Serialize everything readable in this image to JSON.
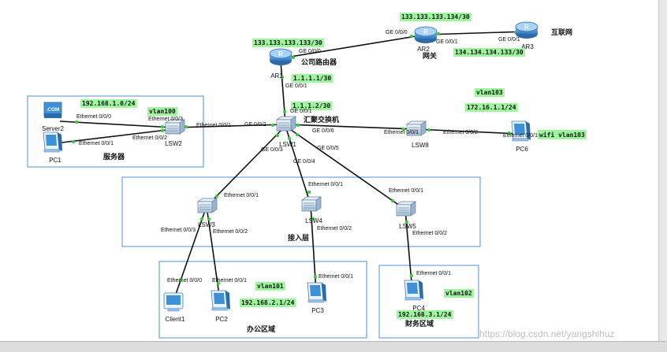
{
  "colors": {
    "area_border": "#4d90dd",
    "link": "#111111",
    "label_bg": "#9ef59e",
    "port_dot": "#33cc33",
    "device": "#3c7fc6"
  },
  "devices": {
    "ar1": "AR1",
    "ar2": "AR2",
    "ar3": "AR3",
    "lsw1": "LSW1",
    "lsw2": "LSW2",
    "lsw3": "LSW3",
    "lsw4": "LSW4",
    "lsw5": "LSW5",
    "lsw8": "LSW8",
    "server2": "Server2",
    "server_icon_text": ".COM",
    "pc1": "PC1",
    "pc2": "PC2",
    "pc3": "PC3",
    "pc4": "PC4",
    "pc6": "PC6",
    "client1": "Client1"
  },
  "labels": {
    "company_router": "公司路由器",
    "gateway": "网关",
    "internet": "互联网",
    "core_switch": "汇聚交换机",
    "servers": "服务器",
    "access_layer": "接入层",
    "office_area": "办公区域",
    "finance_area": "财务区域"
  },
  "addresses": {
    "ar1_wan": "133.133.133.133/30",
    "ar2_wan": "133.133.133.134/30",
    "ar2_ar3": "134.134.134.133/30",
    "ar1_lan": "1.1.1.1/30",
    "lsw1_up": "1.1.1.2/30",
    "server_net": "192.168.1.0/24",
    "vlan100": "vlan100",
    "vlan103": "vlan103",
    "net_103": "172.16.1.1/24",
    "wifi": "wifi vlan103",
    "vlan101": "vlan101",
    "net_101": "192.168.2.1/24",
    "vlan102": "vlan102",
    "net_102": "192.168.3.1/24"
  },
  "ports": {
    "ar1_g000": "GE 0/0/0",
    "ar1_g001": "GE 0/0/1",
    "ar2_g000": "GE 0/0/0",
    "ar2_g001": "GE 0/0/1",
    "ar3_g001": "GE 0/0/1",
    "lsw1_g001": "GE 0/0/1",
    "lsw1_g002": "GE 0/0/2",
    "lsw1_g003": "GE 0/0/3",
    "lsw1_g004": "GE 0/0/4",
    "lsw1_g005": "GE 0/0/5",
    "lsw1_g006": "GE 0/0/6",
    "server2_e000": "Ethernet 0/0/0",
    "pc1_e001": "Ethernet 0/0/1",
    "lsw2_e003": "Ethernet 0/0/3",
    "lsw2_e002": "Ethernet 0/0/2",
    "lsw2_e001": "Ethernet 0/0/1",
    "lsw8_e001": "Ethernet 0/0/1",
    "lsw8_e002": "Ethernet 0/0/2",
    "pc6_e001": "Ethernet 0/0/1",
    "lsw3_e001": "Ethernet 0/0/1",
    "lsw3_e003": "Ethernet 0/0/3",
    "lsw3_e002": "Ethernet 0/0/2",
    "lsw4_e001": "Ethernet 0/0/1",
    "lsw4_e002": "Ethernet 0/0/2",
    "lsw5_e001": "Ethernet 0/0/1",
    "lsw5_e002": "Ethernet 0/0/2",
    "client1_e000": "Ethernet 0/0/0",
    "pc2_e001": "Ethernet 0/0/1",
    "pc3_e001": "Ethernet 0/0/1",
    "pc4_e001": "Ethernet 0/0/1"
  },
  "watermark": "https://blog.csdn.net/yangshihuz"
}
